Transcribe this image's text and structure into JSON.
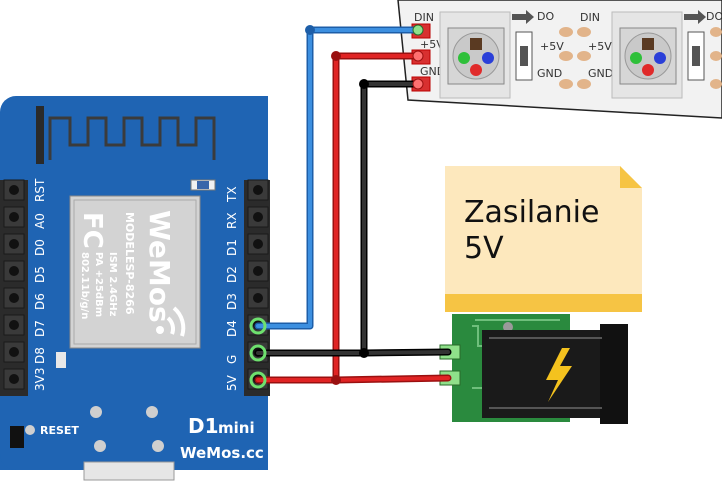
{
  "led_strip": {
    "pin_din": "DIN",
    "pin_do": "DO",
    "pin_5v": "+5V",
    "pin_gnd": "GND"
  },
  "wemos": {
    "left_pins": [
      "RST",
      "A0",
      "D0",
      "D5",
      "D6",
      "D7",
      "D8",
      "3V3"
    ],
    "right_pins": [
      "TX",
      "RX",
      "D1",
      "D2",
      "D3",
      "D4",
      "G",
      "5V"
    ],
    "reset_label": "RESET",
    "module_text": {
      "fcc": "FC",
      "model": "MODEL",
      "model_name": "ESP-8266",
      "ism": "ISM 2.4GHz",
      "pa": "PA +25dBm",
      "wifi": "802.11b/g/n",
      "brand": "WeMos"
    },
    "board_name_bold": "D1",
    "board_name_mini": "mini",
    "board_site": "WeMos.cc"
  },
  "power_note": {
    "line1": "Zasilanie",
    "line2": "5V"
  },
  "colors": {
    "board_blue": "#1f64b3",
    "wire_blue": "#2d7fd6",
    "wire_red": "#d61f1f",
    "wire_black": "#222222",
    "note_fill": "#fde8bd",
    "note_bar": "#f6c444",
    "power_pcb": "#2a8a3e",
    "bolt": "#f4c21e"
  }
}
